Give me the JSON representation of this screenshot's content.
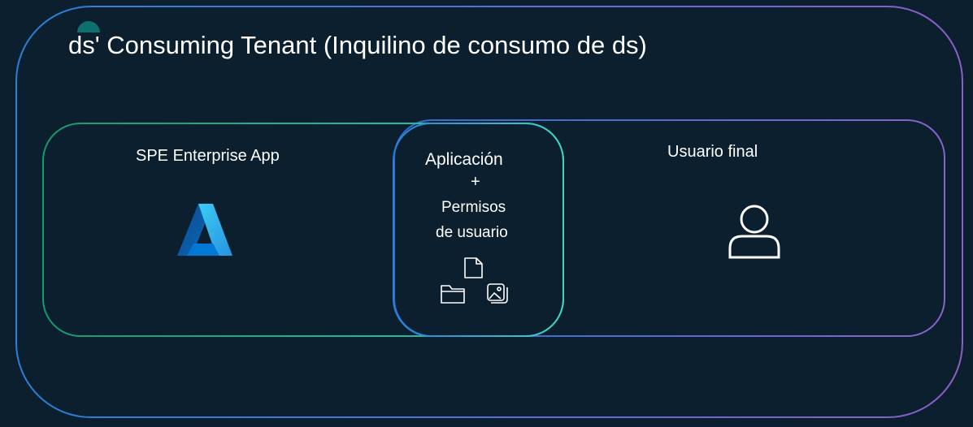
{
  "tenant": {
    "title": "ds' Consuming Tenant (Inquilino de consumo de ds)"
  },
  "spe_app": {
    "label": "SPE Enterprise App",
    "icon": "azure-logo-icon"
  },
  "overlap": {
    "app_label": "Aplicación",
    "plus": "+",
    "permissions_line1": "Permisos",
    "permissions_line2": "de usuario",
    "icons": [
      "file-icon",
      "folder-icon",
      "image-icon"
    ]
  },
  "end_user": {
    "label": "Usuario final",
    "icon": "person-icon"
  },
  "colors": {
    "background": "#0b1f2e",
    "tenant_border_start": "#2a7fd6",
    "tenant_border_end": "#8a5fc8",
    "spe_border": "#1ea68a",
    "user_border": "#7a63c9",
    "overlap_border_start": "#2a7fd6",
    "overlap_border_end": "#3fd4c4",
    "accent_teal": "#0e6f6f"
  }
}
